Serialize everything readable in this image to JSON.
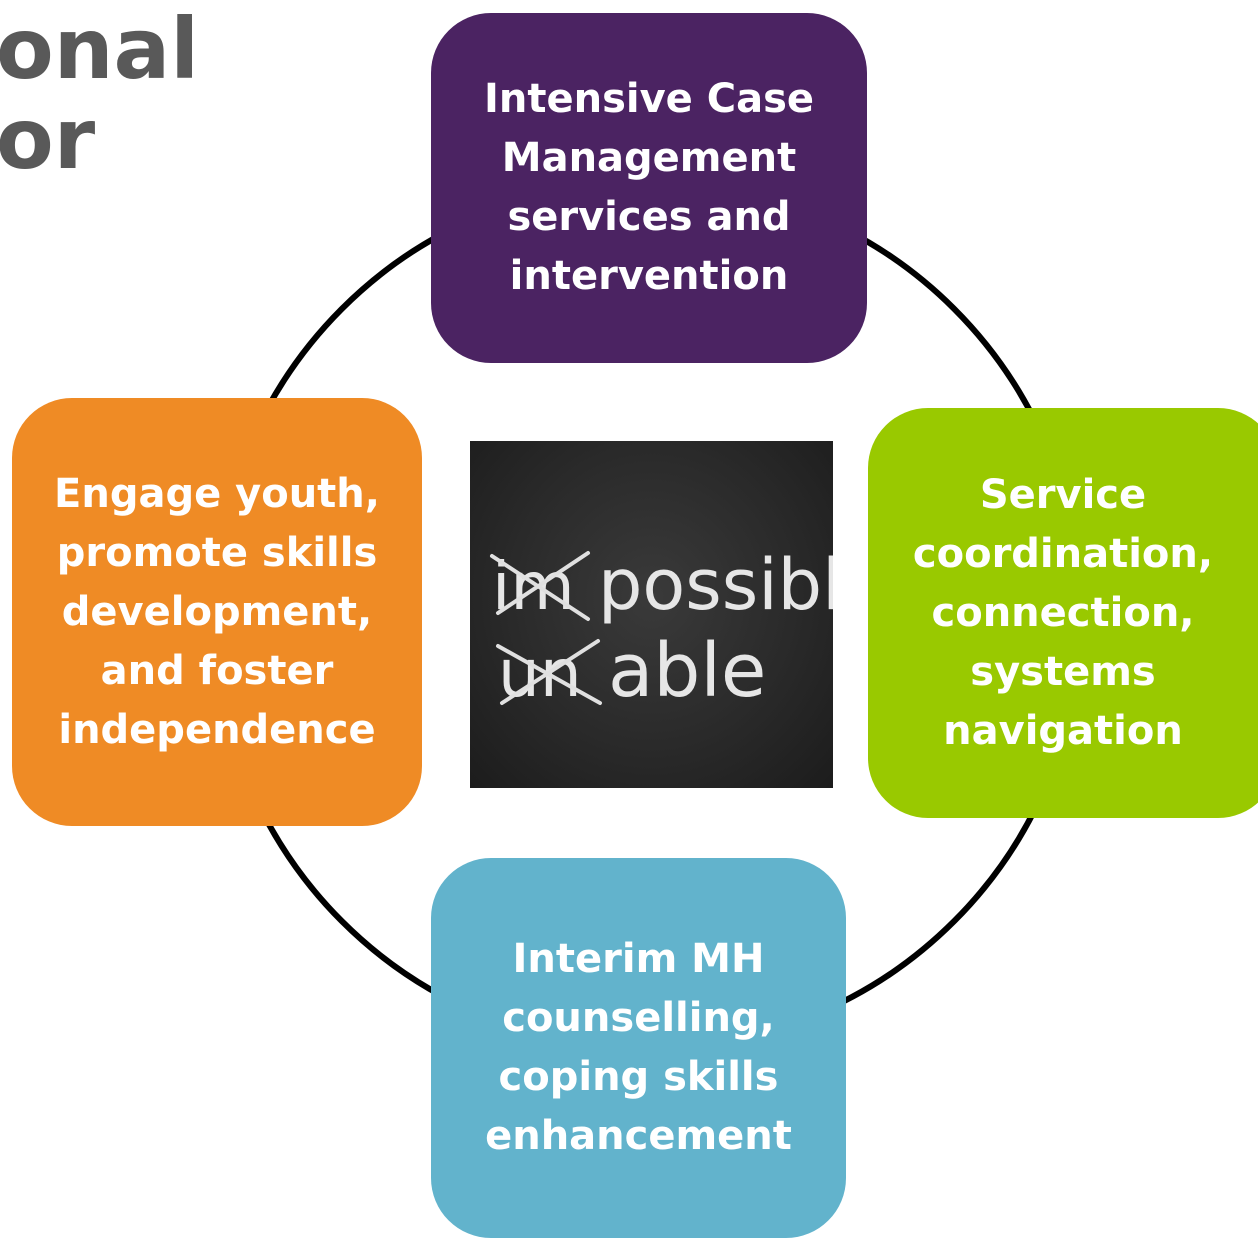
{
  "title_fragment": "onal\nor",
  "boxes": {
    "top": "Intensive Case Management services and intervention",
    "right": "Service coordination, connection, systems navigation",
    "bottom": "Interim MH counselling, coping skills enhancement",
    "left": "Engage youth, promote skills development, and foster independence"
  },
  "center_image": {
    "line1_crossed": "im",
    "line1_rest": "possible",
    "line2_crossed": "un",
    "line2_rest": "able"
  },
  "colors": {
    "top": "#4b2362",
    "right": "#99c900",
    "bottom": "#62b3cc",
    "left": "#ef8b25",
    "ring": "#000000",
    "title": "#595959"
  }
}
